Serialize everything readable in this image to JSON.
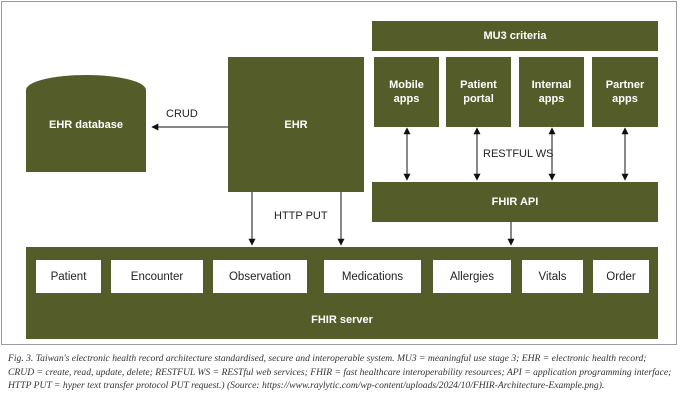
{
  "diagram": {
    "ehr_database": "EHR database",
    "ehr": "EHR",
    "mu3": "MU3 criteria",
    "apps": [
      {
        "label": "Mobile\napps"
      },
      {
        "label": "Patient\nportal"
      },
      {
        "label": "Internal\napps"
      },
      {
        "label": "Partner\napps"
      }
    ],
    "fhir_api": "FHIR API",
    "fhir_server": "FHIR server",
    "resources": [
      "Patient",
      "Encounter",
      "Observation",
      "Medications",
      "Allergies",
      "Vitals",
      "Order"
    ],
    "edge_labels": {
      "crud": "CRUD",
      "http_put": "HTTP PUT",
      "restful_ws": "RESTFUL WS"
    },
    "colors": {
      "box": "#545d2a",
      "line": "#111111"
    }
  },
  "caption": "Fig. 3. Taiwan's electronic health record architecture standardised, secure and interoperable system. MU3 = meaningful use stage 3; EHR = electronic health record; CRUD = create, read, update, delete; RESTFUL WS = RESTful web services; FHIR = fast healthcare interoperability resources; API = application programming interface; HTTP PUT = hyper text transfer protocol PUT request.) (Source: https://www.raylytic.com/wp-content/uploads/2024/10/FHIR-Architecture-Example.png)."
}
